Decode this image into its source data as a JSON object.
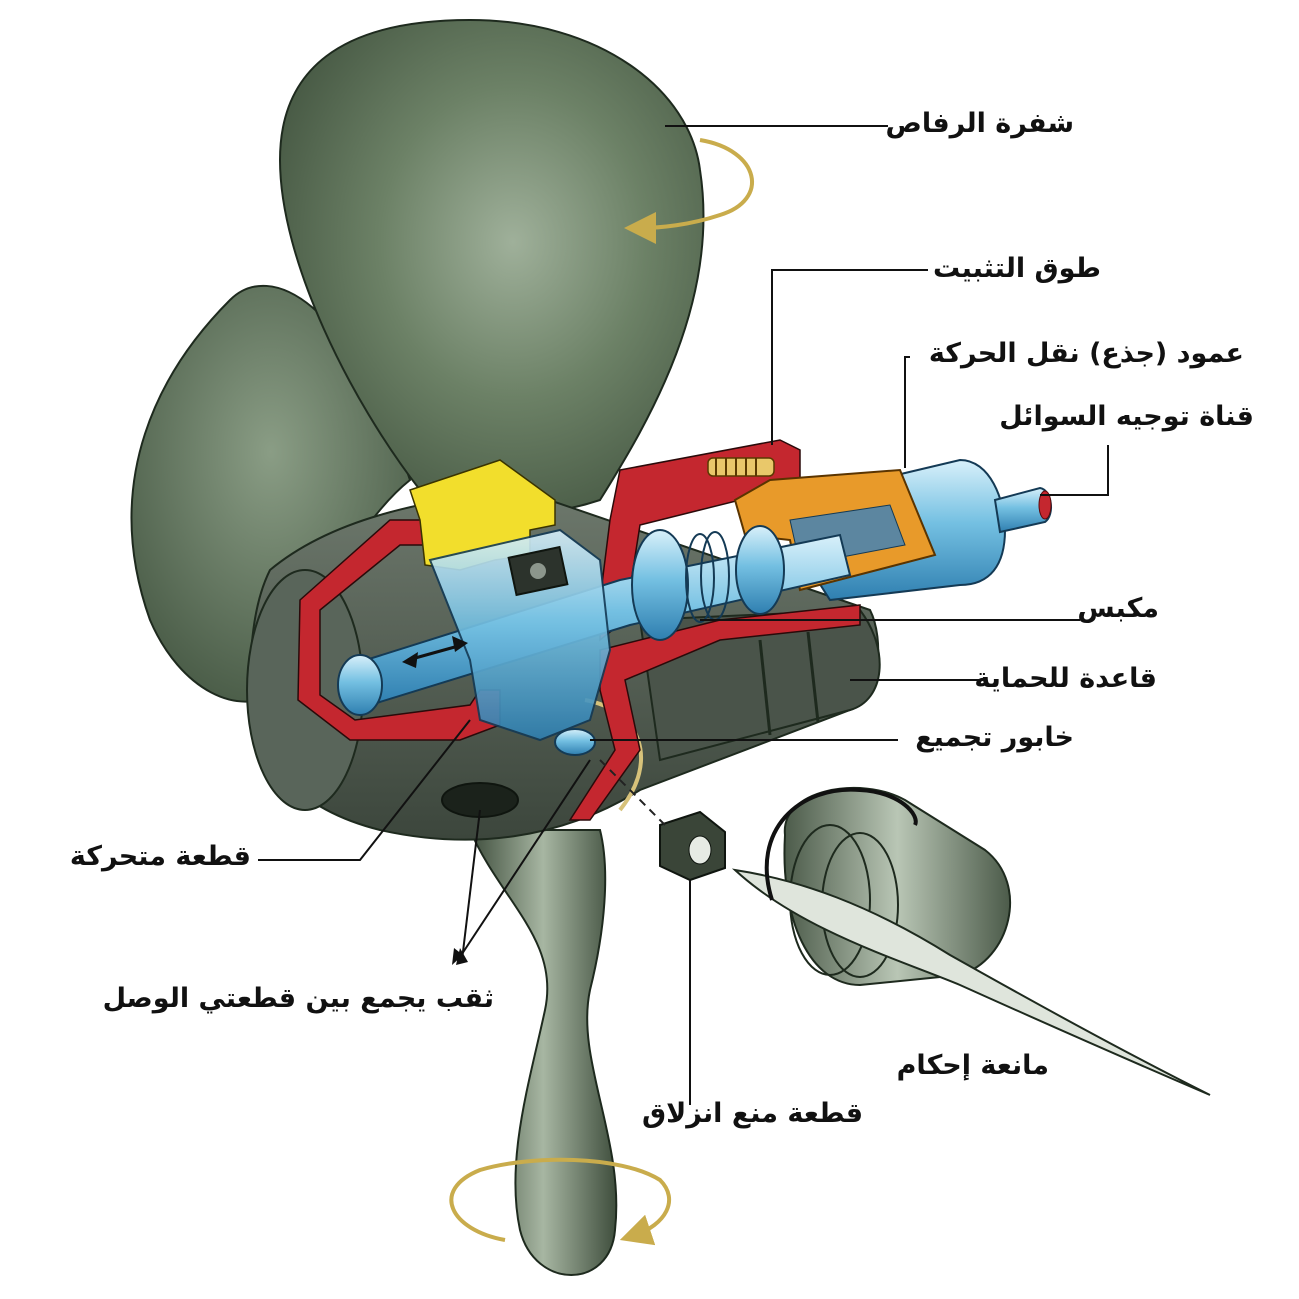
{
  "labels": {
    "propeller_blade": "شفرة الرفاص",
    "locking_collar": "طوق التثبيت",
    "drive_shaft": "عمود (جذع) نقل الحركة",
    "fluid_channel": "قناة توجيه السوائل",
    "piston": "مكبس",
    "protection_base": "قاعدة للحماية",
    "assembly_pin": "خابور تجميع",
    "moving_part": "قطعة متحركة",
    "coupling_hole": "ثقب يجمع بين قطعتي الوصل",
    "anti_slip_part": "قطعة منع انزلاق",
    "sealing_plug": "مانعة إحكام"
  },
  "colors": {
    "blade_green": "#5e7459",
    "hub_gray": "#4f5a50",
    "red_housing": "#c4272f",
    "yellow_part": "#f2de2c",
    "orange_part": "#e89a2a",
    "blue_shaft": "#6fb9dc",
    "arrow_gold": "#c9ac4c"
  }
}
